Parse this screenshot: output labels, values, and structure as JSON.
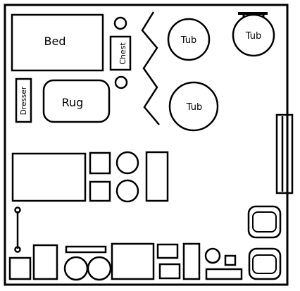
{
  "labels": {
    "bed": "Bed",
    "chest": "Chest",
    "dresser": "Dresser",
    "rug": "Rug",
    "tub_upper": "Tub",
    "tub_top_right": "Tub",
    "tub_lower": "Tub"
  },
  "colors": {
    "stroke": "#000000",
    "background": "#ffffff"
  }
}
